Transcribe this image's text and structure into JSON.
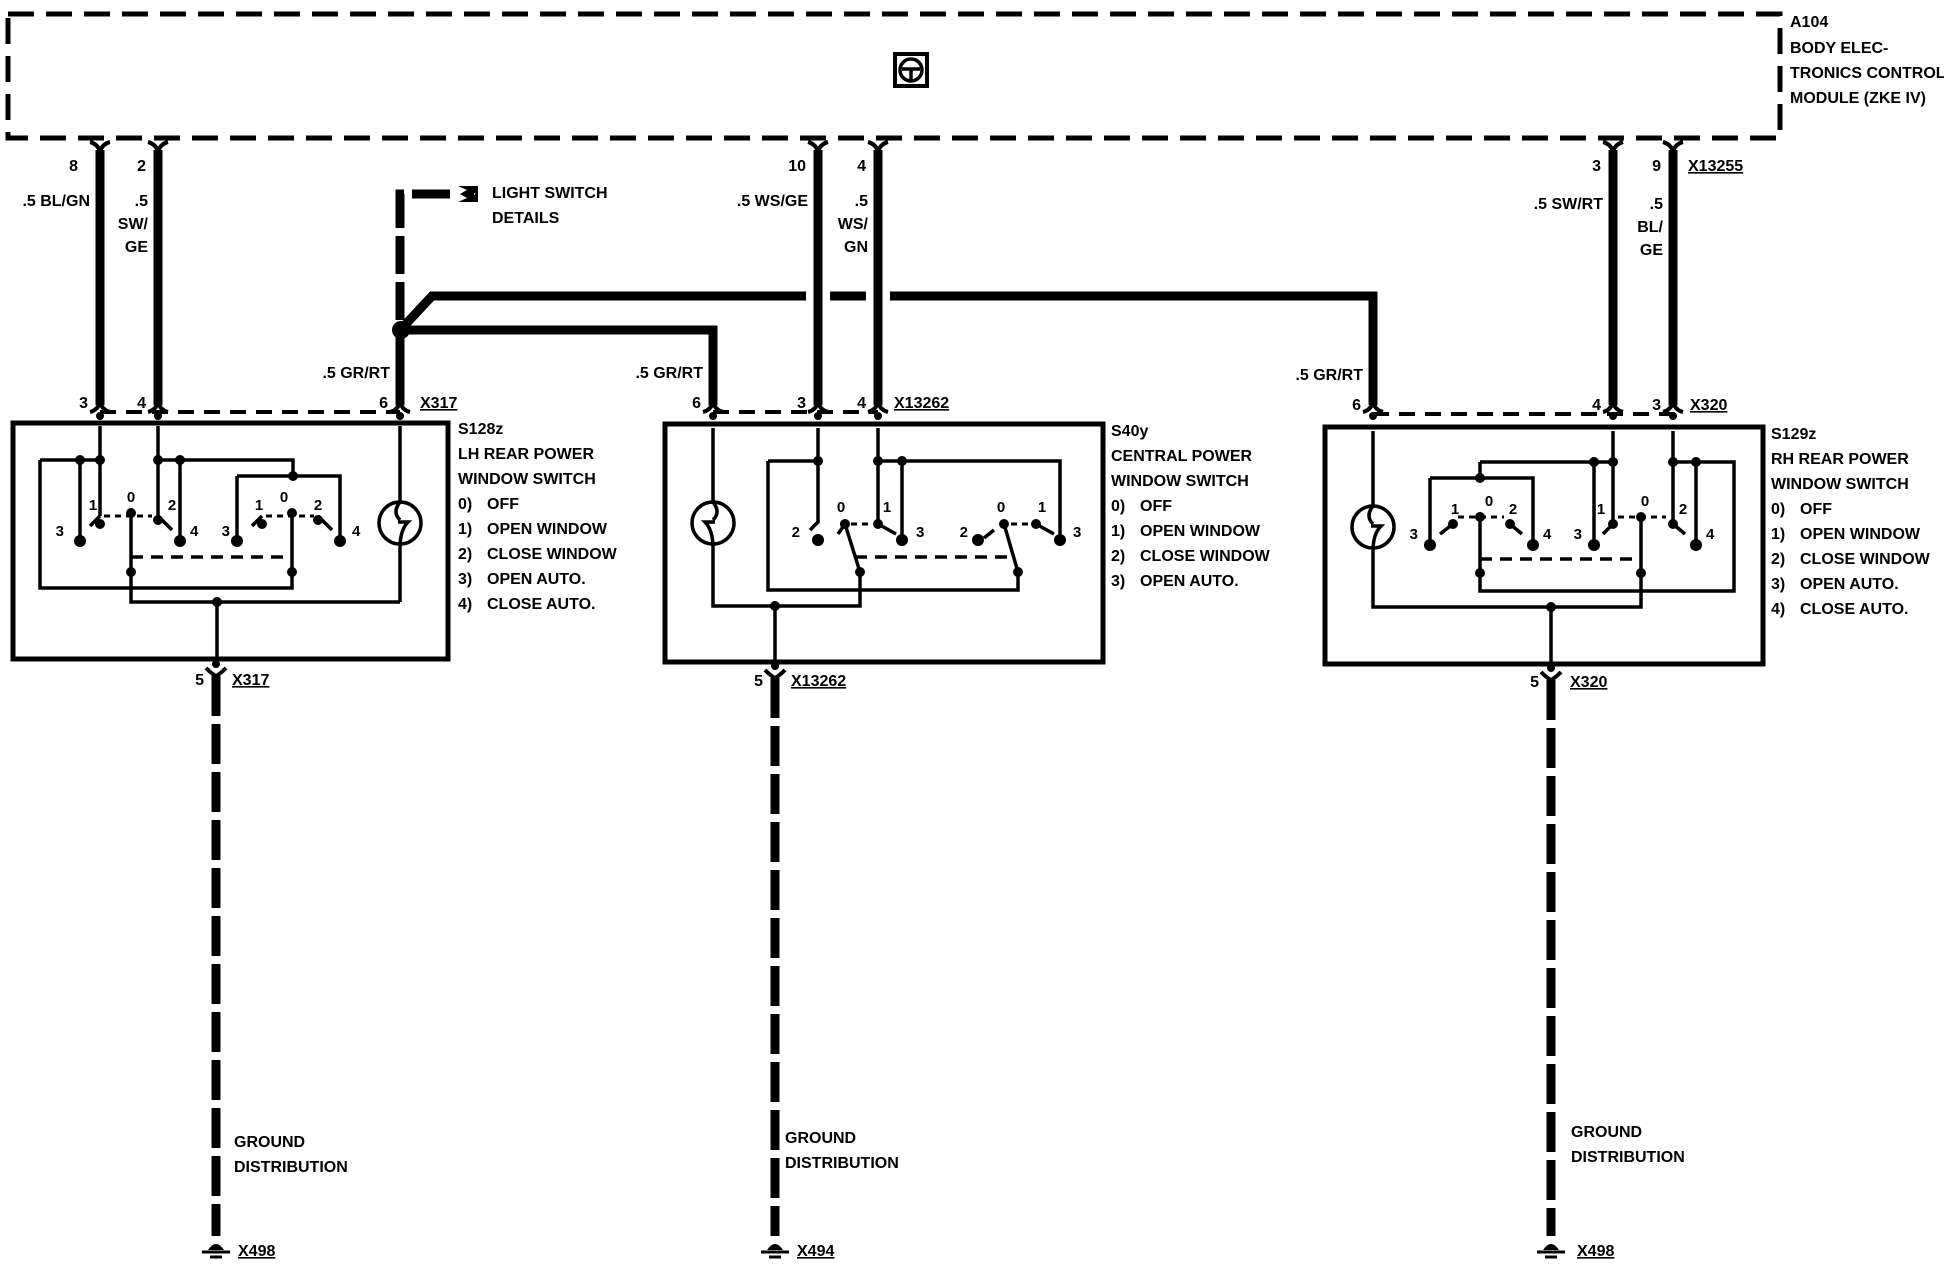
{
  "module": {
    "id": "A104",
    "name_lines": [
      "BODY ELEC-",
      "TRONICS CONTROL",
      "MODULE (ZKE IV)"
    ],
    "icon": "steering-wheel-icon"
  },
  "light_switch_ref": {
    "lines": [
      "LIGHT SWITCH",
      "DETAILS"
    ]
  },
  "wires": {
    "lh_a": {
      "module_pin": "8",
      "switch_pin": "3",
      "label_lines": [
        ".5 BL/GN"
      ]
    },
    "lh_b": {
      "module_pin": "2",
      "switch_pin": "4",
      "label_lines": [
        ".5",
        "SW/",
        "GE"
      ]
    },
    "lh_light": {
      "switch_pin": "6",
      "label": ".5 GR/RT",
      "connector": "X317"
    },
    "c_a": {
      "module_pin": "10",
      "switch_pin": "3",
      "label_lines": [
        ".5 WS/GE"
      ]
    },
    "c_b": {
      "module_pin": "4",
      "switch_pin": "4",
      "label_lines": [
        ".5",
        "WS/",
        "GN"
      ]
    },
    "c_light": {
      "switch_pin": "6",
      "label": ".5 GR/RT",
      "connector": "X13262"
    },
    "rh_a": {
      "module_pin": "3",
      "switch_pin": "4",
      "label_lines": [
        ".5 SW/RT"
      ]
    },
    "rh_b": {
      "module_pin": "9",
      "switch_pin": "3",
      "label_lines": [
        ".5",
        "BL/",
        "GE"
      ],
      "module_connector": "X13255"
    },
    "rh_light": {
      "switch_pin": "6",
      "label": ".5 GR/RT",
      "connector": "X320"
    }
  },
  "switches": [
    {
      "id": "S128z",
      "title_lines": [
        "LH REAR POWER",
        "WINDOW SWITCH"
      ],
      "positions": [
        {
          "num": "0)",
          "text": "OFF"
        },
        {
          "num": "1)",
          "text": "OPEN WINDOW"
        },
        {
          "num": "2)",
          "text": "CLOSE WINDOW"
        },
        {
          "num": "3)",
          "text": "OPEN AUTO."
        },
        {
          "num": "4)",
          "text": "CLOSE AUTO."
        }
      ],
      "contact_labels_left": [
        "3",
        "1",
        "0",
        "2",
        "4"
      ],
      "contact_labels_right": [
        "3",
        "1",
        "0",
        "2",
        "4"
      ],
      "ground_pin": "5",
      "ground_connector": "X317",
      "ground_label_lines": [
        "GROUND",
        "DISTRIBUTION"
      ],
      "ground_point": "X498"
    },
    {
      "id": "S40y",
      "title_lines": [
        "CENTRAL POWER",
        "WINDOW SWITCH"
      ],
      "positions": [
        {
          "num": "0)",
          "text": "OFF"
        },
        {
          "num": "1)",
          "text": "OPEN WINDOW"
        },
        {
          "num": "2)",
          "text": "CLOSE WINDOW"
        },
        {
          "num": "3)",
          "text": "OPEN AUTO."
        }
      ],
      "contact_labels_left": [
        "2",
        "0",
        "1",
        "3"
      ],
      "contact_labels_right": [
        "2",
        "0",
        "1",
        "3"
      ],
      "ground_pin": "5",
      "ground_connector": "X13262",
      "ground_label_lines": [
        "GROUND",
        "DISTRIBUTION"
      ],
      "ground_point": "X494"
    },
    {
      "id": "S129z",
      "title_lines": [
        "RH REAR POWER",
        "WINDOW SWITCH"
      ],
      "positions": [
        {
          "num": "0)",
          "text": "OFF"
        },
        {
          "num": "1)",
          "text": "OPEN WINDOW"
        },
        {
          "num": "2)",
          "text": "CLOSE WINDOW"
        },
        {
          "num": "3)",
          "text": "OPEN AUTO."
        },
        {
          "num": "4)",
          "text": "CLOSE AUTO."
        }
      ],
      "contact_labels_left": [
        "3",
        "1",
        "0",
        "2",
        "4"
      ],
      "contact_labels_right": [
        "3",
        "1",
        "0",
        "2",
        "4"
      ],
      "ground_pin": "5",
      "ground_connector": "X320",
      "ground_label_lines": [
        "GROUND",
        "DISTRIBUTION"
      ],
      "ground_point": "X498"
    }
  ]
}
